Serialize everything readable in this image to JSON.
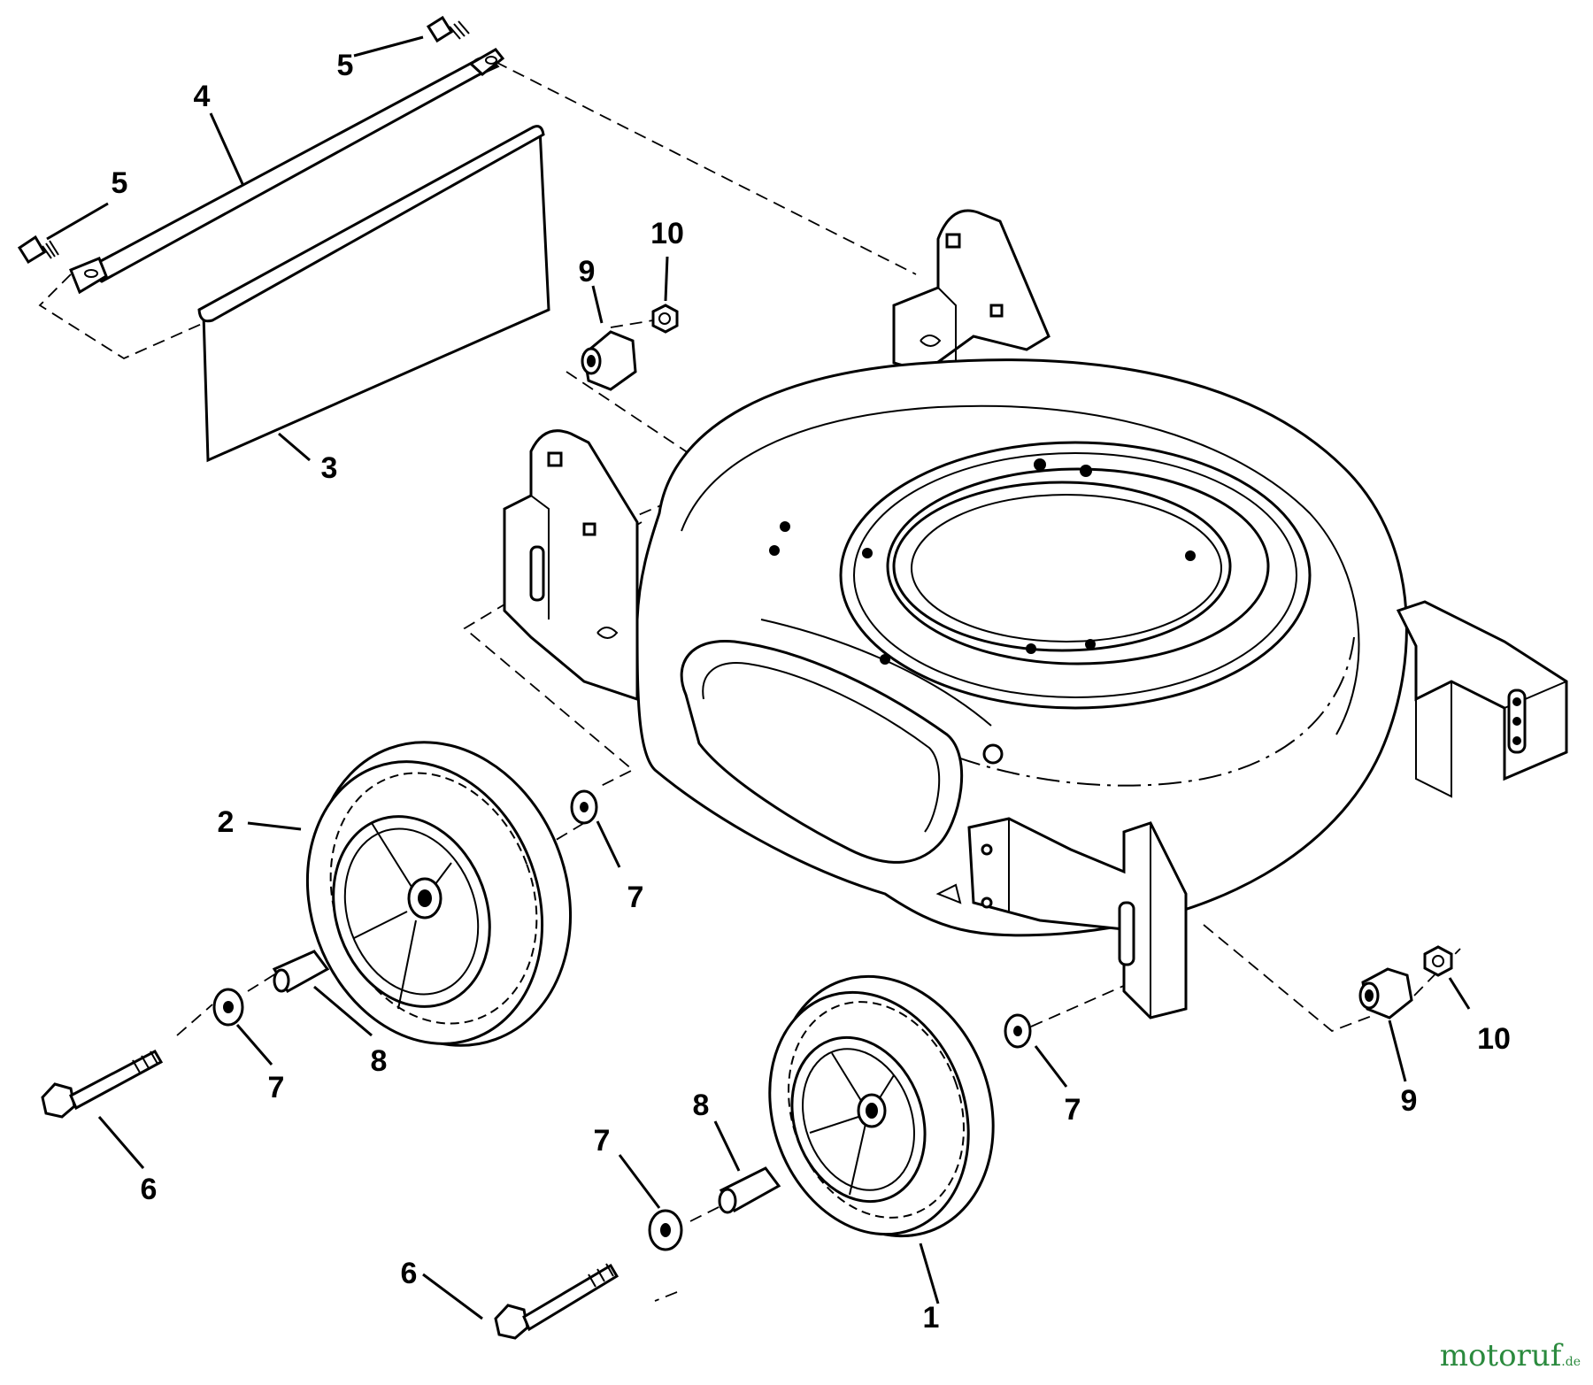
{
  "callouts": [
    "1",
    "2",
    "3",
    "4",
    "5",
    "5",
    "6",
    "6",
    "7",
    "7",
    "7",
    "7",
    "8",
    "8",
    "9",
    "9",
    "10",
    "10"
  ],
  "watermark": {
    "brand": "motoruf",
    "suffix": ".de",
    "colors": {
      "m": "#2d6cdf",
      "o": "#2b8a3e",
      "accent": "#e8a317"
    }
  }
}
